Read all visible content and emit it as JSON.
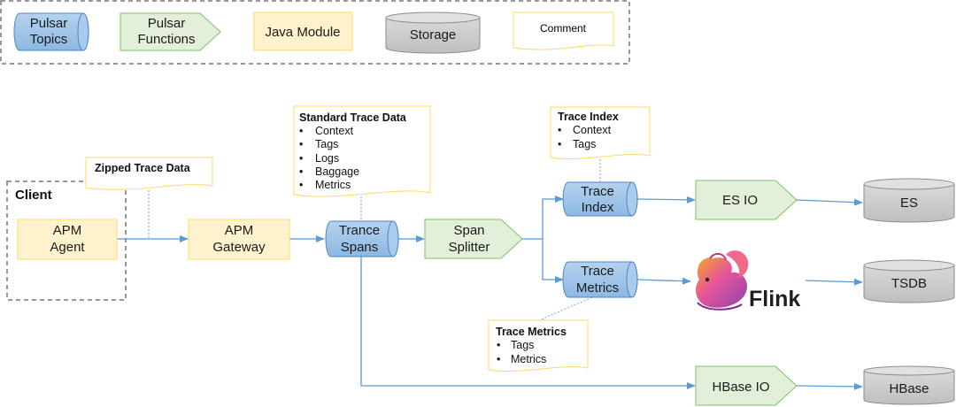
{
  "legend": {
    "pulsar_topics": "Pulsar\nTopics",
    "pulsar_functions": "Pulsar\nFunctions",
    "java_module": "Java Module",
    "storage": "Storage",
    "comment": "Comment"
  },
  "client": {
    "title": "Client"
  },
  "nodes": {
    "apm_agent": "APM\nAgent",
    "apm_gateway": "APM\nGateway",
    "trace_spans": "Trance\nSpans",
    "span_splitter": "Span\nSplitter",
    "trace_index": "Trace\nIndex",
    "trace_metrics": "Trace\nMetrics",
    "es_io": "ES IO",
    "hbase_io": "HBase IO",
    "es": "ES",
    "tsdb": "TSDB",
    "hbase": "HBase",
    "flink": "Flink"
  },
  "comments": {
    "zipped_trace_data": {
      "title": "Zipped Trace Data",
      "items": []
    },
    "standard_trace_data": {
      "title": "Standard Trace Data",
      "items": [
        "Context",
        "Tags",
        "Logs",
        "Baggage",
        "Metrics"
      ]
    },
    "trace_index_note": {
      "title": "Trace Index",
      "items": [
        "Context",
        "Tags"
      ]
    },
    "trace_metrics_note": {
      "title": "Trace Metrics",
      "items": [
        "Tags",
        "Metrics"
      ]
    }
  },
  "colors": {
    "topic_fill": "#9dc3e6",
    "topic_stroke": "#4f86c6",
    "function_fill": "#e2f0d9",
    "function_stroke": "#7fbf6a",
    "java_fill": "#fff2cc",
    "java_stroke": "#ffd966",
    "storage_fill": "#c9c9c9",
    "storage_stroke": "#8c8c8c",
    "comment_fill": "#ffffff",
    "comment_stroke": "#ffd966",
    "arrow": "#5b9bd5"
  }
}
